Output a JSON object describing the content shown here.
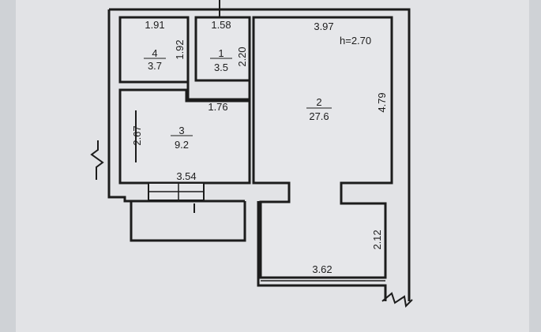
{
  "ceiling_height": "h=2.70",
  "rooms": [
    {
      "number": "4",
      "area": "3.7"
    },
    {
      "number": "1",
      "area": "3.5"
    },
    {
      "number": "2",
      "area": "27.6"
    },
    {
      "number": "3",
      "area": "9.2"
    }
  ],
  "dimensions": {
    "room4_width": "1.91",
    "room4_height": "1.92",
    "room1_width": "1.58",
    "room1_height": "2.20",
    "room2_top_width": "3.97",
    "room2_height": "4.79",
    "room2_lower_height": "2.12",
    "room2_bottom_width": "3.62",
    "room1_bottom_width": "1.76",
    "room3_height": "2.67",
    "room3_bottom_width": "3.54"
  },
  "colors": {
    "background": "#c9ccd1",
    "paper": "#e6e7ea",
    "wall": "#1c1c1c"
  }
}
